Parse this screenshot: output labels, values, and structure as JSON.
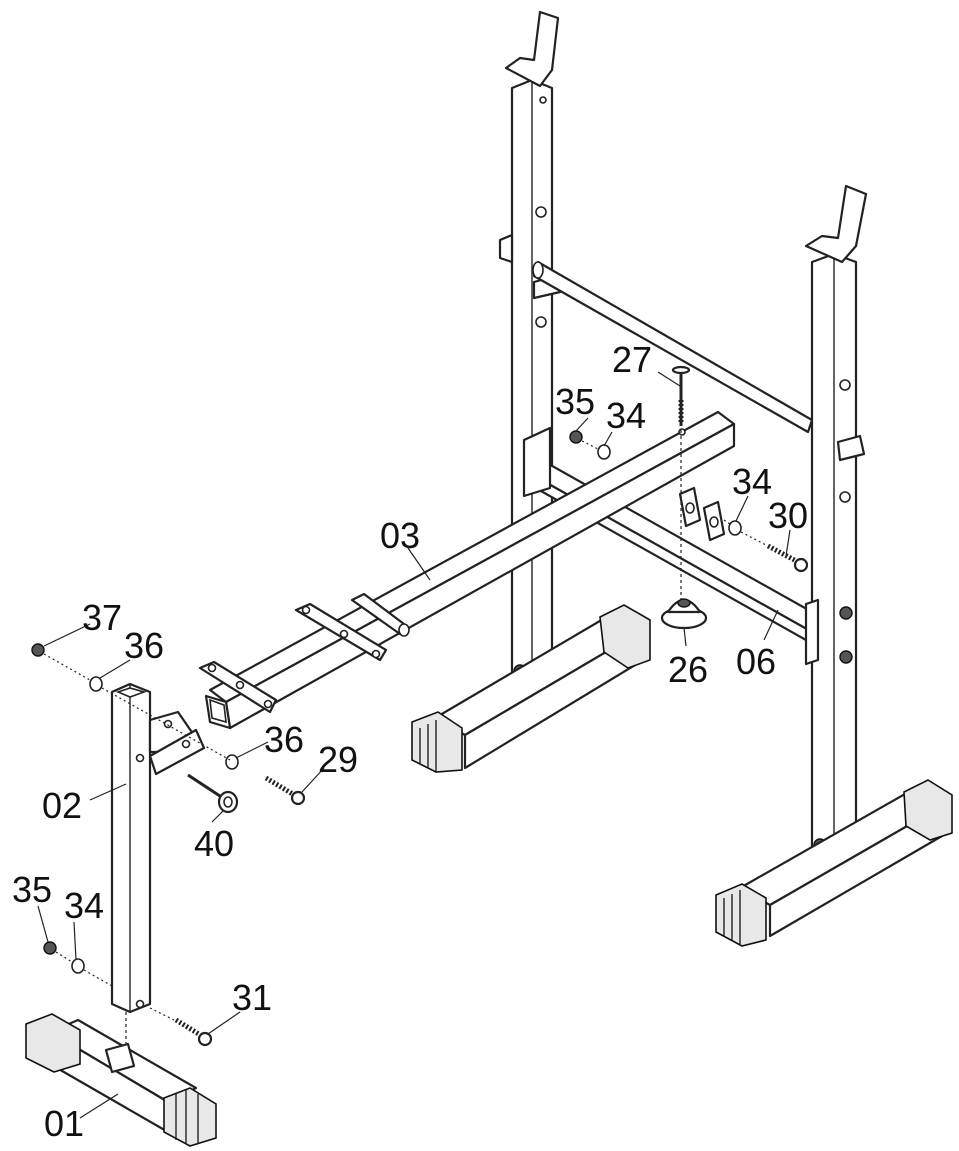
{
  "callouts": [
    {
      "id": "27",
      "text": "27"
    },
    {
      "id": "35a",
      "text": "35"
    },
    {
      "id": "34a",
      "text": "34"
    },
    {
      "id": "34b",
      "text": "34"
    },
    {
      "id": "30",
      "text": "30"
    },
    {
      "id": "03",
      "text": "03"
    },
    {
      "id": "37",
      "text": "37"
    },
    {
      "id": "36a",
      "text": "36"
    },
    {
      "id": "26",
      "text": "26"
    },
    {
      "id": "06",
      "text": "06"
    },
    {
      "id": "36b",
      "text": "36"
    },
    {
      "id": "29",
      "text": "29"
    },
    {
      "id": "02",
      "text": "02"
    },
    {
      "id": "40",
      "text": "40"
    },
    {
      "id": "35b",
      "text": "35"
    },
    {
      "id": "34c",
      "text": "34"
    },
    {
      "id": "31",
      "text": "31"
    },
    {
      "id": "01",
      "text": "01"
    }
  ]
}
